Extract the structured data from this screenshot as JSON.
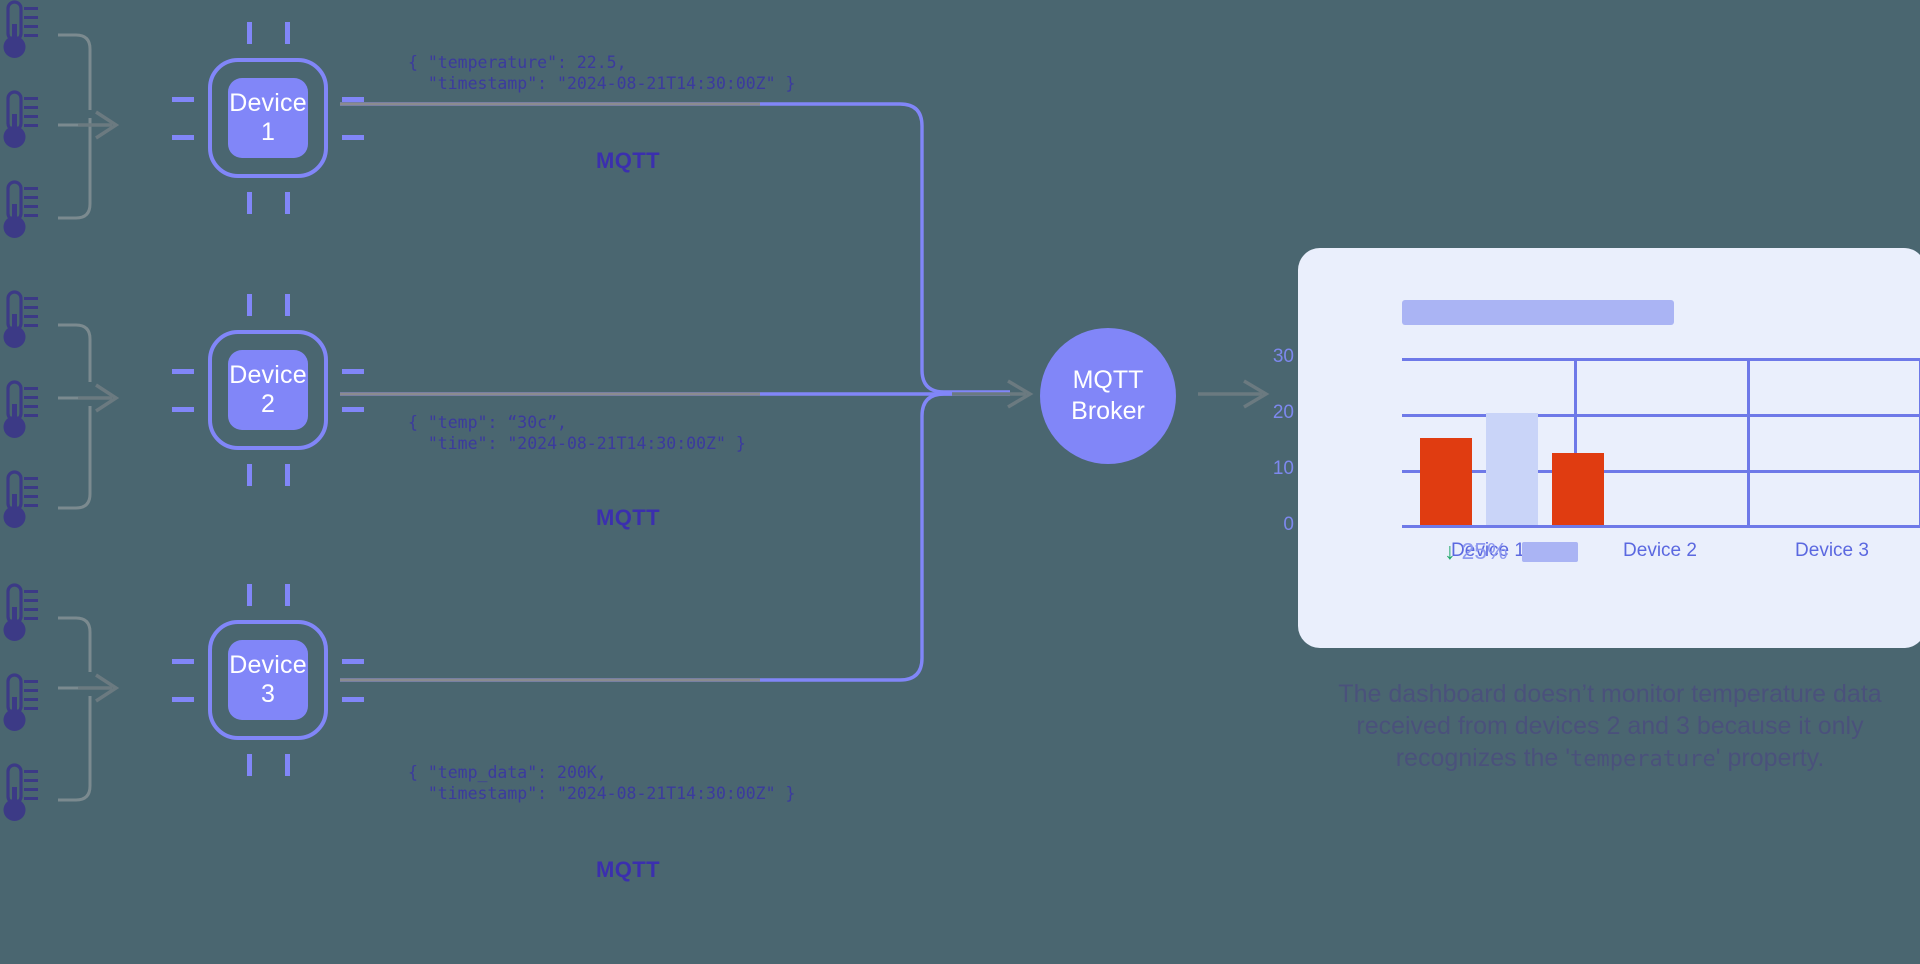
{
  "devices": [
    {
      "name": "device-1",
      "label": "Device\n1",
      "payload": "{ \"temperature\": 22.5,\n  \"timestamp\": \"2024-08-21T14:30:00Z\" }",
      "protocol": "MQTT"
    },
    {
      "name": "device-2",
      "label": "Device\n2",
      "payload": "{ \"temp\": “30c”,\n  \"time\": \"2024-08-21T14:30:00Z\" }",
      "protocol": "MQTT"
    },
    {
      "name": "device-3",
      "label": "Device\n3",
      "payload": "{ \"temp_data\": 200K,\n  \"timestamp\": \"2024-08-21T14:30:00Z\" }",
      "protocol": "MQTT"
    }
  ],
  "broker": {
    "label": "MQTT\nBroker"
  },
  "dashboard": {
    "kpi": {
      "arrow": "↓",
      "percent": "25%"
    }
  },
  "caption": {
    "part1": "The dashboard doesn’t monitor temperature data received from devices 2 and 3 because it only recognizes the '",
    "code": "temperature",
    "part2": "' property."
  },
  "chart_data": {
    "type": "bar",
    "title": "",
    "categories": [
      "Device 1",
      "Device 2",
      "Device 3"
    ],
    "series": [
      {
        "name": "series-a",
        "color": "#e03c11",
        "values": [
          16,
          13,
          null
        ]
      },
      {
        "name": "series-b",
        "color": "#c9d4f8",
        "values": [
          21,
          null,
          null
        ]
      }
    ],
    "ytick_labels": [
      "30",
      "20",
      "10",
      "0"
    ],
    "ylim": [
      0,
      33
    ],
    "xlabel": "",
    "ylabel": "",
    "grid": true,
    "legend": "none"
  },
  "colors": {
    "background": "#4a6670",
    "accent": "#8186f8",
    "text_dark": "#3b3a9e",
    "card": "#eaeffc",
    "bar_red": "#e03c11",
    "bar_light": "#c9d4f8",
    "grid": "#6e79e8",
    "green": "#22a96a"
  }
}
